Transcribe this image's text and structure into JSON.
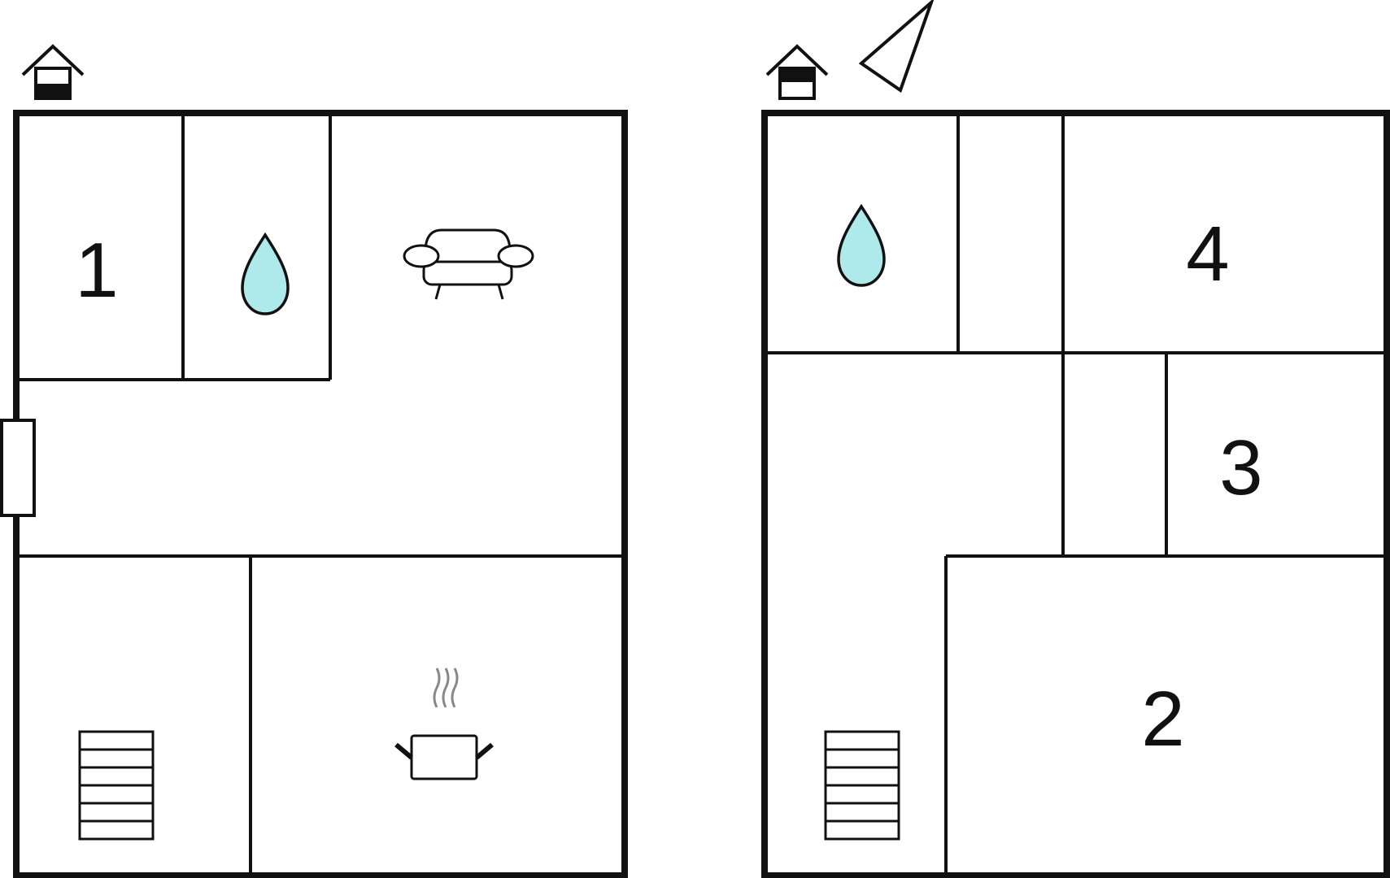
{
  "floors": [
    {
      "level": "ground",
      "rooms": [
        {
          "number": "1",
          "type": "bedroom"
        },
        {
          "type": "bathroom",
          "icon": "water-drop-icon"
        },
        {
          "type": "living-room",
          "icon": "sofa-icon"
        },
        {
          "type": "hallway",
          "icon": "door-icon"
        },
        {
          "type": "stairwell",
          "icon": "stairs-icon"
        },
        {
          "type": "kitchen",
          "icon": "cooking-pot-icon"
        }
      ],
      "indicator_icon": "ground-floor-house-icon"
    },
    {
      "level": "upper",
      "rooms": [
        {
          "type": "bathroom",
          "icon": "water-drop-icon"
        },
        {
          "number": "4",
          "type": "bedroom"
        },
        {
          "number": "3",
          "type": "bedroom"
        },
        {
          "number": "2",
          "type": "bedroom"
        },
        {
          "type": "stairwell",
          "icon": "stairs-icon"
        }
      ],
      "indicator_icon": "upper-floor-house-icon",
      "north_arrow": "north-arrow-icon"
    }
  ],
  "colors": {
    "line": "#111111",
    "water": "#aeeaea",
    "steam": "#888888",
    "background": "#ffffff"
  }
}
